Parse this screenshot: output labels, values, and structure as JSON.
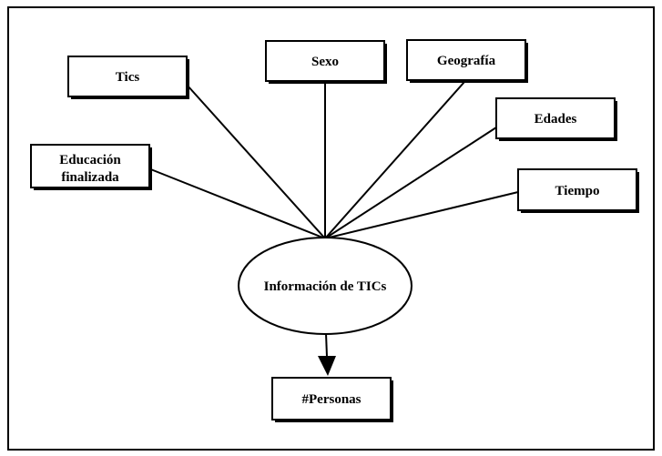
{
  "diagram": {
    "center_label": "Información de TICs",
    "output_label": "#Personas",
    "dimensions": [
      {
        "key": "tics",
        "label": "Tics"
      },
      {
        "key": "sexo",
        "label": "Sexo"
      },
      {
        "key": "geografia",
        "label": "Geografía"
      },
      {
        "key": "edades",
        "label": "Edades"
      },
      {
        "key": "educacion",
        "label_line1": "Educación",
        "label_line2": "finalizada"
      },
      {
        "key": "tiempo",
        "label": "Tiempo"
      }
    ]
  },
  "colors": {
    "stroke": "#000000",
    "background": "#ffffff"
  }
}
